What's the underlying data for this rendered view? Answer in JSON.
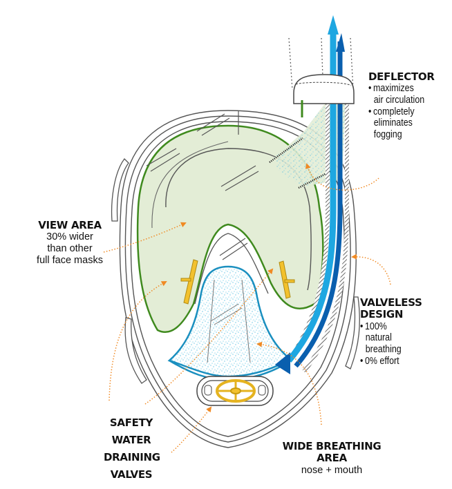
{
  "diagram": {
    "subject": "Full face snorkel mask cross-section",
    "colors": {
      "view_area_fill": "#e3edd6",
      "view_area_outline": "#3f8a1e",
      "breathing_outline": "#1a8fbf",
      "breathing_speckle": "#7fd0e8",
      "air_flow_light": "#1ea7e1",
      "air_flow_dark": "#0a5fae",
      "valve_yellow": "#f2c12e",
      "callout_orange": "#f08a24",
      "outline_gray": "#555555"
    }
  },
  "labels": {
    "deflector": {
      "title": "DEFLECTOR",
      "bullets": [
        [
          "maximizes",
          "air circulation"
        ],
        [
          "completely",
          "eliminates",
          "fogging"
        ]
      ]
    },
    "view_area": {
      "title": "VIEW AREA",
      "lines": [
        "30% wider",
        "than other",
        "full face masks"
      ]
    },
    "valveless": {
      "title_lines": [
        "VALVELESS",
        "DESIGN"
      ],
      "bullets": [
        [
          "100%",
          "natural",
          "breathing"
        ],
        [
          "0% effort"
        ]
      ]
    },
    "safety": {
      "title_lines": [
        "SAFETY",
        "WATER",
        "DRAINING",
        "VALVES"
      ]
    },
    "wide_breathing": {
      "title_lines": [
        "WIDE BREATHING",
        "AREA"
      ],
      "sub": "nose + mouth"
    }
  }
}
